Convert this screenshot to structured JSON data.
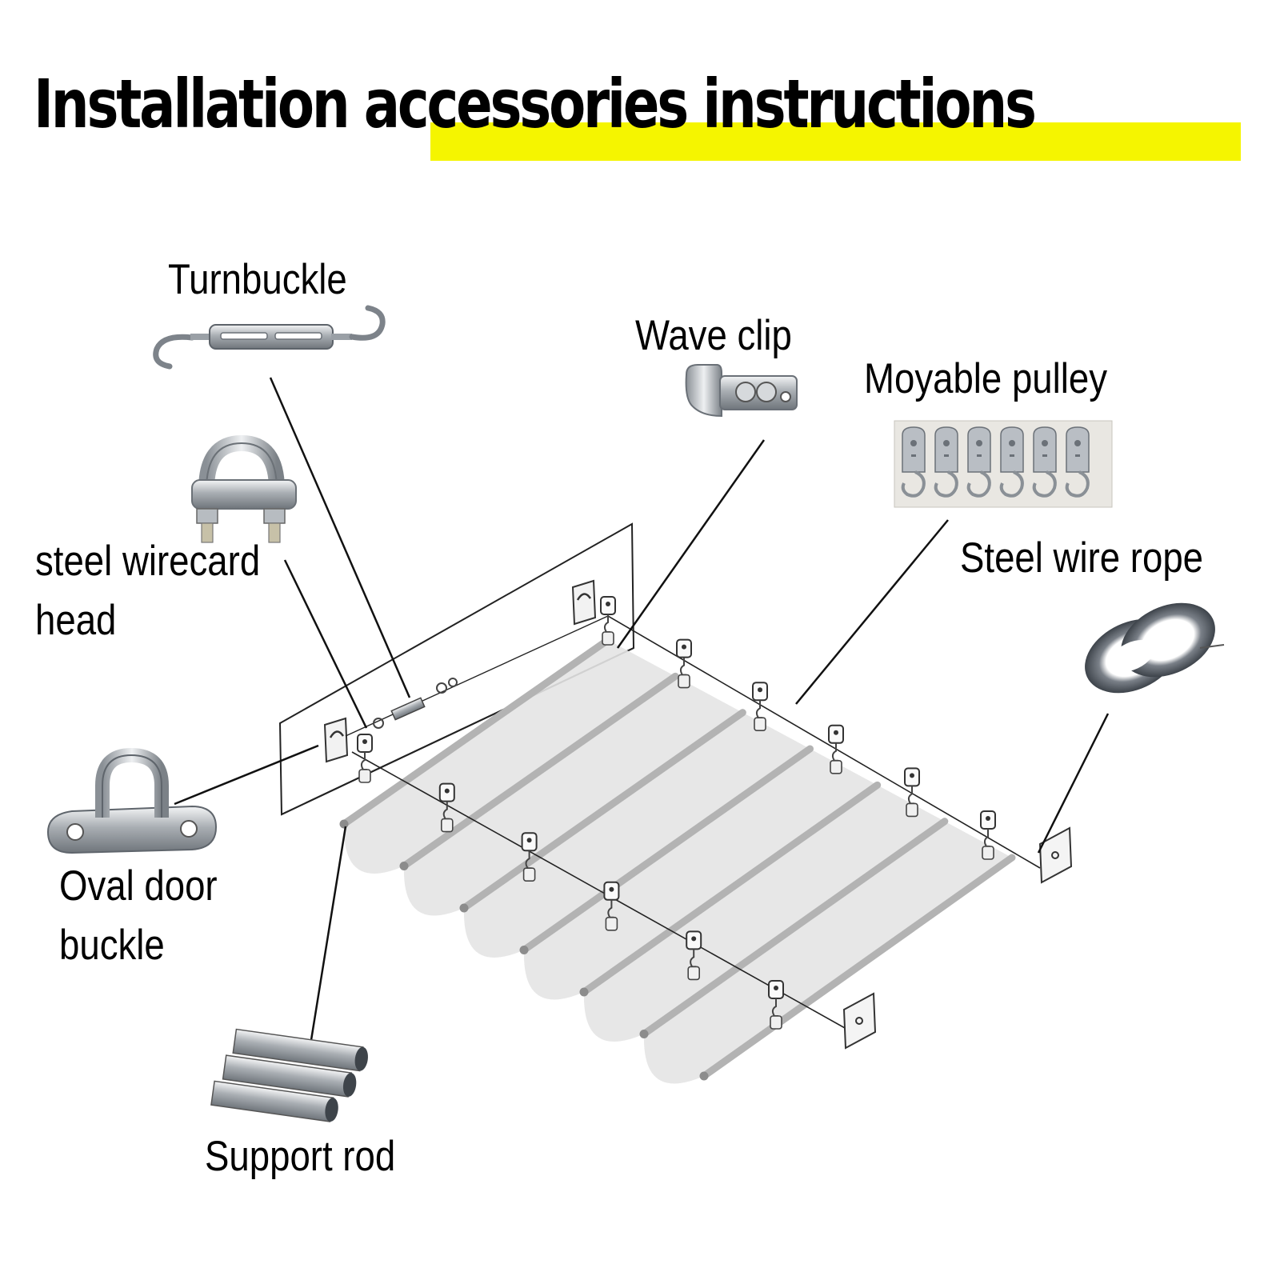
{
  "title": "Installation accessories instructions",
  "colors": {
    "highlight": "#f5f500",
    "line": "#111111",
    "fabric": "#e4e4e4",
    "rod": "#b3b3b3",
    "metal": "#c4c8cc"
  },
  "labels": {
    "turnbuckle": "Turnbuckle",
    "wave_clip": "Wave clip",
    "movable_pulley": "Moyable pulley",
    "steel_wire_rope": "Steel wire rope",
    "wirecard_head_line1": "steel wirecard",
    "wirecard_head_line2": "head",
    "oval_door_buckle_line1": "Oval door",
    "oval_door_buckle_line2": "buckle",
    "support_rod": "Support rod"
  },
  "icons": [
    "turnbuckle-icon",
    "wave-clip-icon",
    "movable-pulley-icon",
    "wire-rope-coil-icon",
    "wire-clip-icon",
    "oval-door-buckle-icon",
    "support-rod-icon"
  ]
}
